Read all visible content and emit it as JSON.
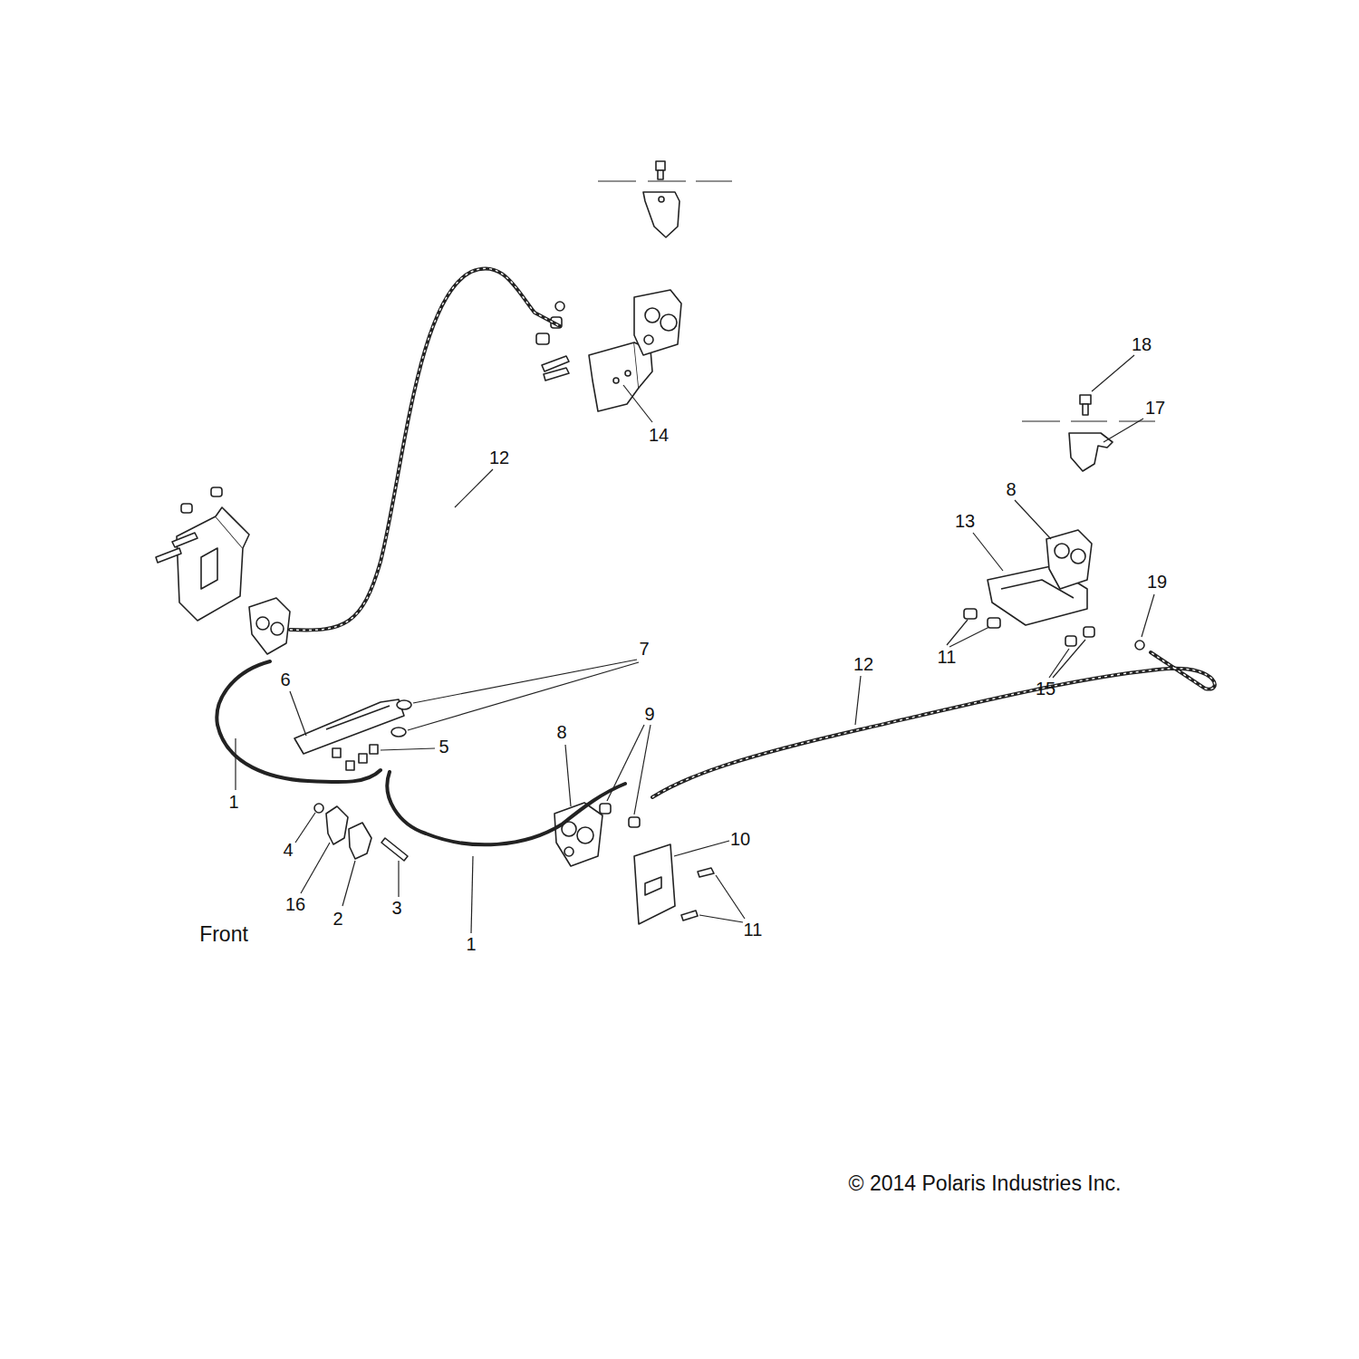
{
  "diagram": {
    "labels": [
      "18",
      "17",
      "14",
      "12",
      "8",
      "13",
      "19",
      "7",
      "12",
      "11",
      "15",
      "6",
      "9",
      "8",
      "5",
      "1",
      "10",
      "4",
      "16",
      "2",
      "3",
      "Front",
      "11",
      "1",
      "© 2014 Polaris Industries Inc."
    ]
  }
}
